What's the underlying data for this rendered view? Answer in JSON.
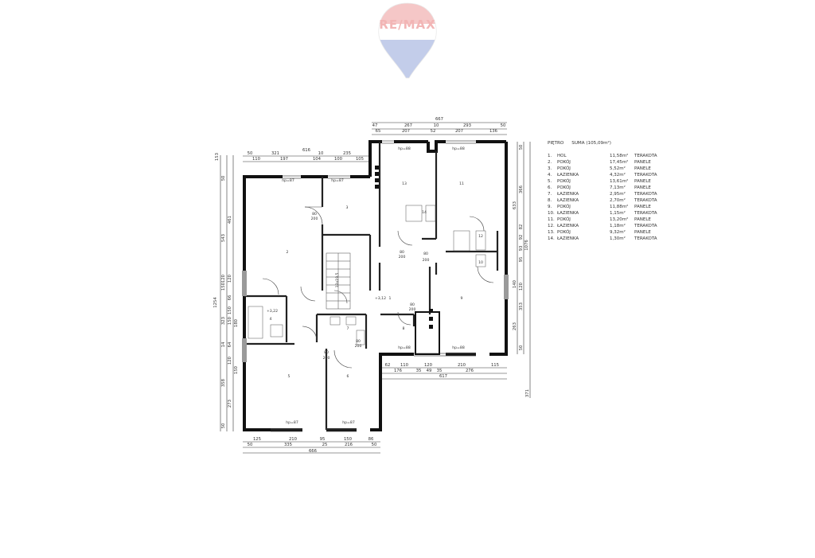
{
  "logo": {
    "text": "RE/MAX"
  },
  "legend": {
    "floor": "PIĘTRO",
    "total": "SUMA (105,09m²)",
    "rows": [
      {
        "no": "1.",
        "name": "HOL",
        "area": "11,58m²",
        "finish": "TERAKOTA"
      },
      {
        "no": "2.",
        "name": "POKÓJ",
        "area": "17,45m²",
        "finish": "PANELE"
      },
      {
        "no": "3.",
        "name": "POKÓJ",
        "area": "5,52m²",
        "finish": "PANELE"
      },
      {
        "no": "4.",
        "name": "ŁAZIENKA",
        "area": "4,32m²",
        "finish": "TERAKOTA"
      },
      {
        "no": "5.",
        "name": "POKÓJ",
        "area": "13,61m²",
        "finish": "PANELE"
      },
      {
        "no": "6.",
        "name": "POKÓJ",
        "area": "7,13m²",
        "finish": "PANELE"
      },
      {
        "no": "7.",
        "name": "ŁAZIENKA",
        "area": "2,95m²",
        "finish": "TERAKOTA"
      },
      {
        "no": "8.",
        "name": "ŁAZIENKA",
        "area": "2,70m²",
        "finish": "TERAKOTA"
      },
      {
        "no": "9.",
        "name": "POKÓJ",
        "area": "11,88m²",
        "finish": "PANELE"
      },
      {
        "no": "10.",
        "name": "ŁAZIENKA",
        "area": "1,15m²",
        "finish": "TERAKOTA"
      },
      {
        "no": "11.",
        "name": "POKÓJ",
        "area": "13,20m²",
        "finish": "PANELE"
      },
      {
        "no": "12.",
        "name": "ŁAZIENKA",
        "area": "1,18m²",
        "finish": "TERAKOTA"
      },
      {
        "no": "13.",
        "name": "POKÓJ",
        "area": "9,32m²",
        "finish": "PANELE"
      },
      {
        "no": "14.",
        "name": "ŁAZIENKA",
        "area": "1,30m²",
        "finish": "TERAKOTA"
      }
    ]
  },
  "dims": {
    "top_total": "667",
    "top_a": [
      "47",
      "267",
      "10",
      "293",
      "50"
    ],
    "top_b": [
      "65",
      "207",
      "52",
      "207",
      "136"
    ],
    "left_total": "616",
    "left_a": [
      "50",
      "321",
      "10",
      "235"
    ],
    "left_b": [
      "110",
      "197",
      "104",
      "100",
      "105"
    ],
    "bottom_total": "666",
    "bottom_a": [
      "125",
      "210",
      "95",
      "150",
      "86"
    ],
    "bottom_b": [
      "50",
      "335",
      "25",
      "216",
      "50"
    ],
    "mid_total": "617",
    "mid_a": [
      "62",
      "110",
      "120",
      "210",
      "115"
    ],
    "mid_b": [
      "176",
      "35",
      "49",
      "35",
      "276"
    ],
    "vert_left_total": "1254",
    "vert_left": [
      "153",
      "50",
      "461",
      "543",
      "120",
      "150",
      "120",
      "66",
      "323",
      "150",
      "150",
      "180",
      "14",
      "64",
      "120",
      "150",
      "358",
      "273",
      "50"
    ],
    "vert_right_total": "1076",
    "vert_right": [
      "50",
      "366",
      "633",
      "82",
      "92",
      "93",
      "95",
      "140",
      "120",
      "353",
      "263",
      "50"
    ],
    "vert_right_extra": "371"
  },
  "plan_labels": {
    "hp": [
      "hp=87",
      "hp=87",
      "hp=88",
      "hp=88",
      "hp=88",
      "hp=88",
      "hp=87",
      "hp=87"
    ],
    "doors": [
      "80",
      "200",
      "80",
      "200",
      "80",
      "200",
      "80",
      "200",
      "80",
      "200",
      "80",
      "200"
    ],
    "levels": [
      "+3,22",
      "+3,12"
    ],
    "stairs": "13x19,5",
    "room_nums": [
      "1",
      "2",
      "3",
      "4",
      "5",
      "6",
      "7",
      "8",
      "9",
      "10",
      "11",
      "12",
      "13",
      "14"
    ]
  }
}
